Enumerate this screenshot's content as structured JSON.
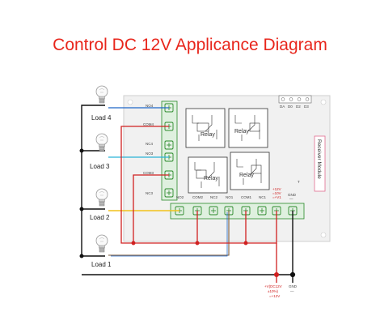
{
  "title": "Control DC 12V Applicance Diagram",
  "loads": [
    "Load 4",
    "Load 3",
    "Load 2",
    "Load 1"
  ],
  "left_terminals": [
    "NO4",
    "COM4",
    "NC4",
    "NO3",
    "COM3",
    "NC3"
  ],
  "bottom_terminals": [
    "NO2",
    "COM2",
    "NC2",
    "NO1",
    "COM1",
    "NC1",
    "+12V\n=10V\n=+V1",
    "GND\n—"
  ],
  "bottom_terminal_lines": {
    "v12_1": "+12V",
    "v12_2": "=10V",
    "v12_3": "=+V1",
    "gnd_1": "GND",
    "gnd_2": "—"
  },
  "header_pins": [
    "DA",
    "D0",
    "D2",
    "D3"
  ],
  "relay_label": "Relay",
  "module_label": "Receiver Module",
  "power_label_1": "+V(DC12V",
  "power_label_2": "±10%)",
  "power_label_3": "=+12V",
  "gnd_label": "GND",
  "gnd_mark": "—",
  "top_right_mark": "T",
  "colors": {
    "title": "#e8261c",
    "red_wire": "#d02020",
    "blue_wire": "#1f66c8",
    "cyan_wire": "#2ab3d6",
    "yellow_wire": "#f2c21b",
    "brown_wire": "#7a5a3a",
    "black_wire": "#111111",
    "board": "#f1f1f1"
  }
}
